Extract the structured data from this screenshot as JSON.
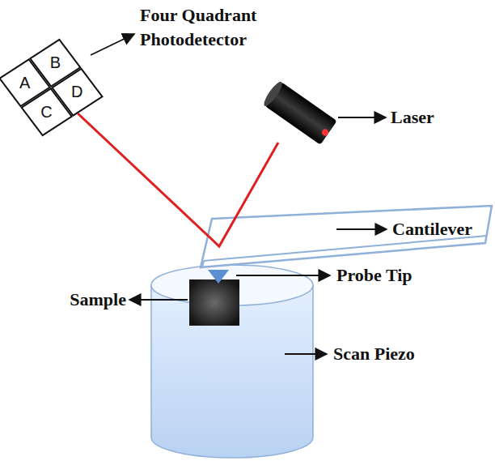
{
  "diagram": {
    "nodes": [
      {
        "text": [
          "A"
        ]
      },
      {
        "text": [
          "B"
        ]
      },
      {
        "text": [
          "C"
        ]
      },
      {
        "text": [
          "D"
        ]
      }
    ],
    "labels": [
      "Four Quadrant Photodetector",
      "Laser",
      "Cantilever",
      "Probe Tip",
      "Sample",
      "Scan Piezo"
    ]
  }
}
